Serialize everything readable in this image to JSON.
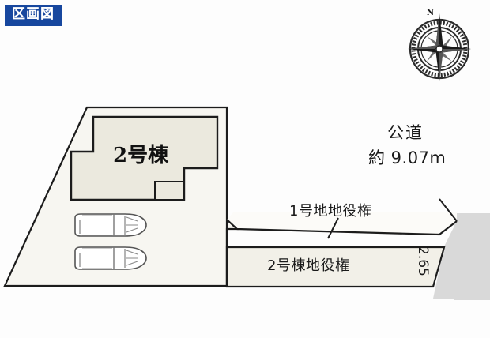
{
  "badge": {
    "label": "区画図"
  },
  "compass": {
    "north_label": "N",
    "icon": "compass-rose-icon"
  },
  "plot": {
    "building_label": "2号棟",
    "parking_spaces": 2,
    "car_icon": "car-top-view-icon"
  },
  "annotations": {
    "road_name": "公道",
    "road_width": "約 9.07m",
    "easement_lot1": "1号地地役権",
    "easement_building2": "2号棟地役権",
    "depth_dimension": "2.65"
  },
  "colors": {
    "badge_bg": "#17479e",
    "badge_text": "#ffffff",
    "plot_fill": "#f7f6f1",
    "building_fill": "#ebe9de",
    "road_fill": "#d9d9d9",
    "outline": "#1c1c1c",
    "page_bg": "#fdfdfd"
  }
}
